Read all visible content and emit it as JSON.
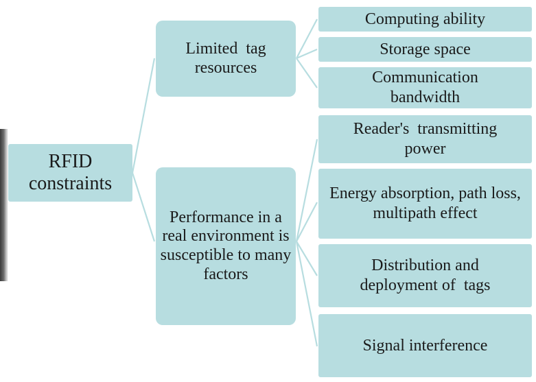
{
  "root": {
    "label": "RFID constraints"
  },
  "branches": [
    {
      "label": "Limited  tag resources",
      "children": [
        "Computing ability",
        "Storage space",
        "Communication bandwidth"
      ]
    },
    {
      "label": "Performance in a real environment is susceptible to many factors",
      "children": [
        "Reader's  transmitting power",
        "Energy absorption, path loss, multipath effect",
        "Distribution and deployment of  tags",
        "Signal interference"
      ]
    }
  ],
  "colors": {
    "node_fill": "#b7dde0",
    "connector": "#b7dde0",
    "text": "#1a1a1a"
  }
}
